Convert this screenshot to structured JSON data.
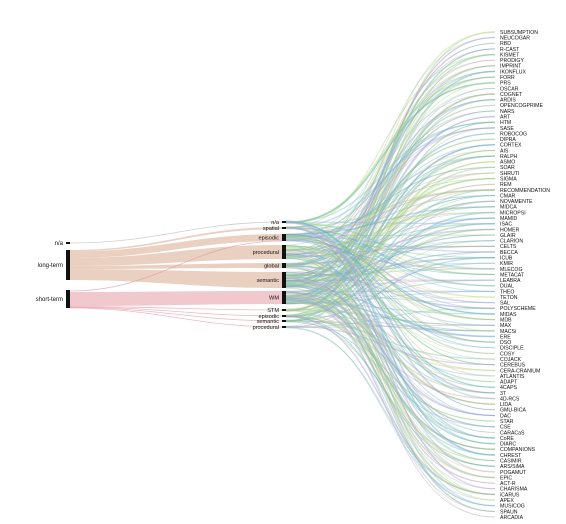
{
  "diagram": {
    "title": "",
    "left_nodes": [
      {
        "id": "na",
        "label": "n/a"
      },
      {
        "id": "long",
        "label": "long-term"
      },
      {
        "id": "short",
        "label": "short-term"
      }
    ],
    "middle_nodes": [
      {
        "id": "na",
        "label": "n/a"
      },
      {
        "id": "spatial",
        "label": "spatial"
      },
      {
        "id": "episodic",
        "label": "episodic"
      },
      {
        "id": "procedural",
        "label": "procedural"
      },
      {
        "id": "global",
        "label": "global"
      },
      {
        "id": "semantic",
        "label": "semantic"
      },
      {
        "id": "wm",
        "label": "WM"
      },
      {
        "id": "stm",
        "label": "STM"
      },
      {
        "id": "episodic2",
        "label": "episodic"
      },
      {
        "id": "semantic2",
        "label": "semantic"
      },
      {
        "id": "procedural2",
        "label": "procedural"
      }
    ],
    "architectures": [
      "SUBSUMPTION",
      "NEUCOGAR",
      "RBD",
      "R-CAST",
      "KISMET",
      "PRODIGY",
      "IMPRINT",
      "IKONFLUX",
      "FORR",
      "PRS",
      "OSCAR",
      "COGNET",
      "ARDIS",
      "OPENCOGPRIME",
      "NARS",
      "ART",
      "HTM",
      "SASE",
      "ROBOCOG",
      "DIPRA",
      "CORTEX",
      "AIS",
      "RALPH",
      "ASMO",
      "SOAR",
      "SHRUTI",
      "SIGMA",
      "REM",
      "RECOMMENDATION",
      "CMAR",
      "NOVAMENTE",
      "MIDCA",
      "MICROPSI",
      "MAMID",
      "ISAC",
      "HOMER",
      "GLAIR",
      "CLARION",
      "CELTS",
      "BECCA",
      "ICUB",
      "KMIR",
      "MLECOG",
      "METACAT",
      "LEABRA",
      "DUAL",
      "THEO",
      "TETON",
      "SAL",
      "POLYSCHEME",
      "MIDAS",
      "MDB",
      "MAX",
      "MACSi",
      "ERE",
      "DSO",
      "DISCIPLE",
      "COSY",
      "COJACK",
      "CEREBUS",
      "CERA-CRANIUM",
      "ATLANTIS",
      "ADAPT",
      "4CAPS",
      "3T",
      "4D-RCS",
      "LIDA",
      "GMU-BICA",
      "DAC",
      "STAR",
      "CSE",
      "CARACaS",
      "CoRE",
      "DIARC",
      "COMPANIONS",
      "CHREST",
      "CASIMIR",
      "ARS/SiMA",
      "POGAMUT",
      "EPIC",
      "ACT-R",
      "CHARISMA",
      "iCARUS",
      "APEX",
      "MUSICOG",
      "SPAUN",
      "ARCADIA"
    ]
  }
}
